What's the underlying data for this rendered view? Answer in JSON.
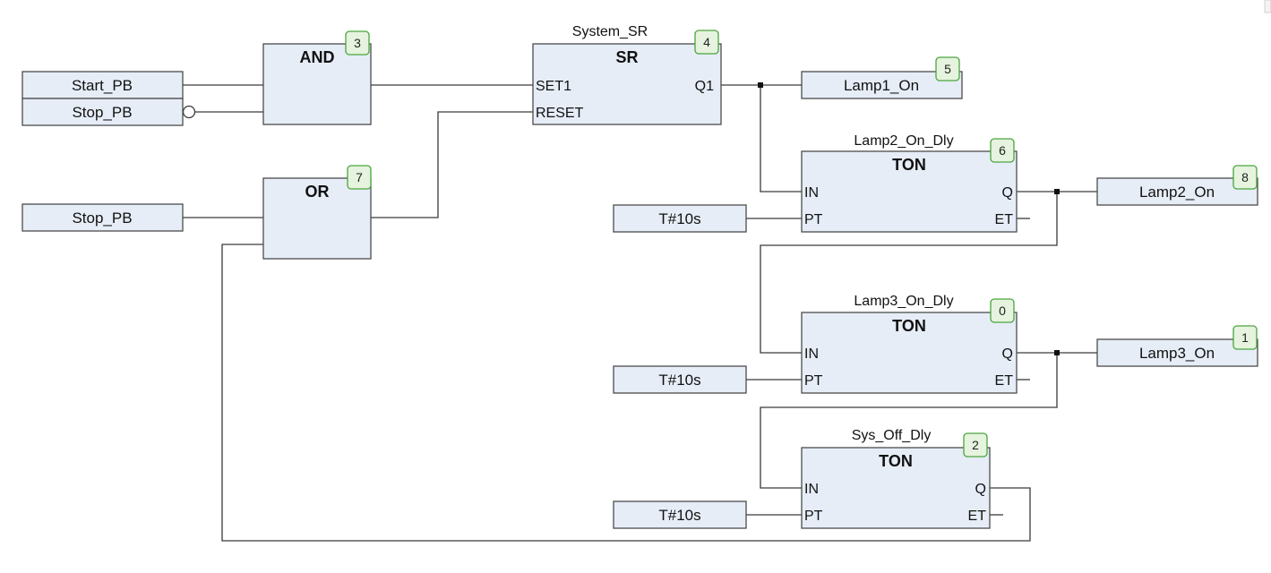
{
  "inputs": {
    "start_pb": "Start_PB",
    "stop_pb_and": "Stop_PB",
    "stop_pb_or": "Stop_PB",
    "pt_lamp2": "T#10s",
    "pt_lamp3": "T#10s",
    "pt_sysoff": "T#10s"
  },
  "outputs": {
    "lamp1_on": "Lamp1_On",
    "lamp2_on": "Lamp2_On",
    "lamp3_on": "Lamp3_On"
  },
  "output_badges": {
    "lamp1_on": "5",
    "lamp2_on": "8",
    "lamp3_on": "1"
  },
  "blocks": {
    "and": {
      "type": "AND",
      "badge": "3"
    },
    "or": {
      "type": "OR",
      "badge": "7"
    },
    "system_sr": {
      "instance": "System_SR",
      "type": "SR",
      "badge": "4",
      "pins": {
        "set1": "SET1",
        "reset": "RESET",
        "q1": "Q1"
      }
    },
    "lamp2_on_dly": {
      "instance": "Lamp2_On_Dly",
      "type": "TON",
      "badge": "6",
      "pins": {
        "in": "IN",
        "pt": "PT",
        "q": "Q",
        "et": "ET"
      }
    },
    "lamp3_on_dly": {
      "instance": "Lamp3_On_Dly",
      "type": "TON",
      "badge": "0",
      "pins": {
        "in": "IN",
        "pt": "PT",
        "q": "Q",
        "et": "ET"
      }
    },
    "sys_off_dly": {
      "instance": "Sys_Off_Dly",
      "type": "TON",
      "badge": "2",
      "pins": {
        "in": "IN",
        "pt": "PT",
        "q": "Q",
        "et": "ET"
      }
    }
  }
}
